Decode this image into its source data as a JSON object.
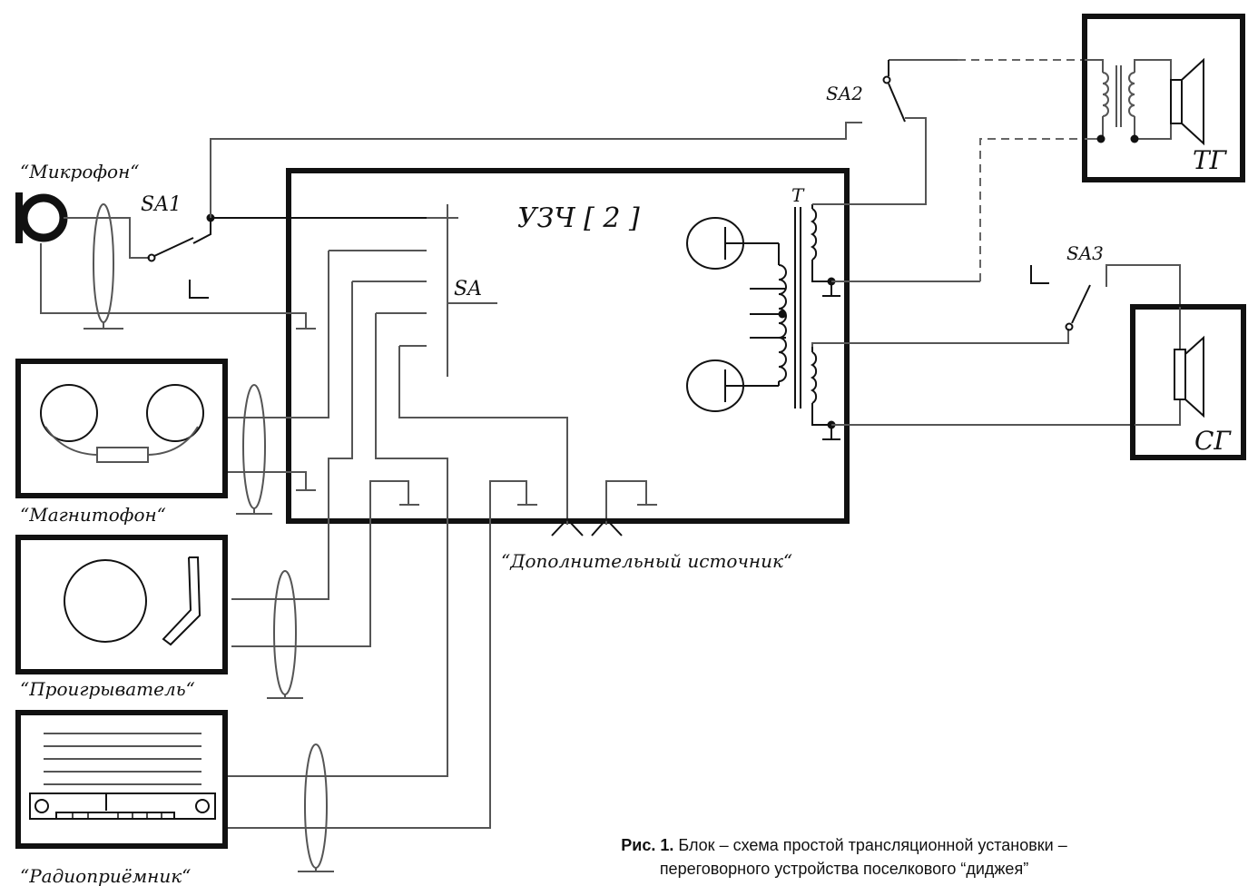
{
  "labels": {
    "microphone": "“Микрофон“",
    "tape_recorder": "“Магнитофон“",
    "player": "“Проигрыватель“",
    "radio": "“Радиоприёмник“",
    "extra_source": "“Дополнительный источник“",
    "amplifier": "УЗЧ [ 2 ]",
    "switch_sa": "SA",
    "switch_sa1": "SA1",
    "switch_sa2": "SA2",
    "switch_sa3": "SA3",
    "transformer": "T",
    "speaker_tg": "ТГ",
    "speaker_sg": "СГ"
  },
  "caption": {
    "prefix": "Рис. 1.",
    "line1": " Блок – схема простой трансляционной установки –",
    "line2": "переговорного устройства поселкового “диджея”"
  },
  "colors": {
    "heavy_line": "#111111",
    "wire": "#555555",
    "dashed_wire": "#666666"
  }
}
